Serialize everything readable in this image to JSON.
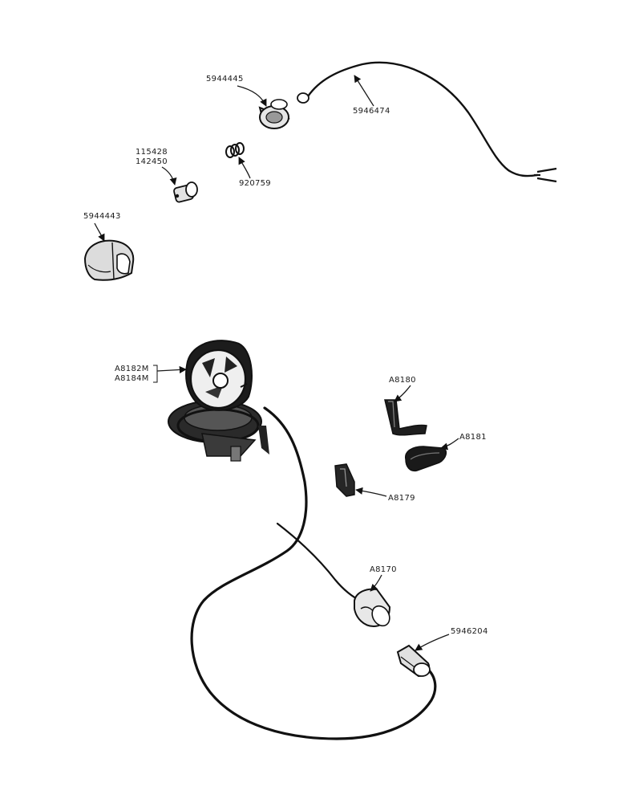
{
  "colors": {
    "ink": "#111111",
    "paper": "#ffffff",
    "metal": "#d9d9d9"
  },
  "parts": {
    "p5944445": {
      "label": "5944445"
    },
    "p5946474": {
      "label": "5946474"
    },
    "p115428": {
      "label": "115428"
    },
    "p142450": {
      "label": "142450"
    },
    "p920759": {
      "label": "920759"
    },
    "p5944443": {
      "label": "5944443"
    },
    "pA8182M": {
      "label": "A8182M"
    },
    "pA8184M": {
      "label": "A8184M"
    },
    "pA8180": {
      "label": "A8180"
    },
    "pA8181": {
      "label": "A8181"
    },
    "pA8179": {
      "label": "A8179"
    },
    "pA8170": {
      "label": "A8170"
    },
    "p5946204": {
      "label": "5946204"
    }
  }
}
